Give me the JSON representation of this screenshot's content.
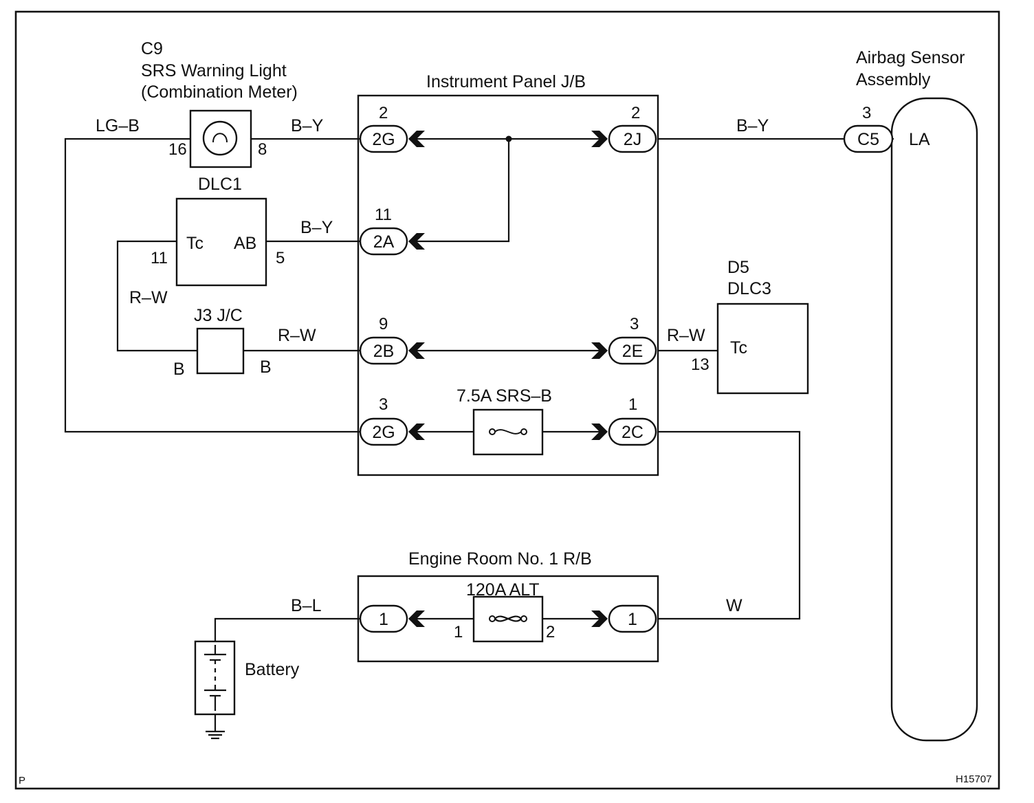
{
  "c9": {
    "code": "C9",
    "name": "SRS Warning Light",
    "sub": "(Combination Meter)",
    "pin_left": "16",
    "pin_right": "8"
  },
  "dlc1": {
    "title": "DLC1",
    "tc": "Tc",
    "ab": "AB",
    "pin_tc": "11",
    "pin_ab": "5"
  },
  "j3": {
    "title": "J3 J/C",
    "left": "B",
    "right": "B"
  },
  "instrument_panel": {
    "title": "Instrument Panel J/B",
    "connectors": [
      {
        "label": "2G",
        "pin": "2"
      },
      {
        "label": "2J",
        "pin": "2"
      },
      {
        "label": "2A",
        "pin": "11"
      },
      {
        "label": "2B",
        "pin": "9"
      },
      {
        "label": "2E",
        "pin": "3"
      },
      {
        "label": "2G",
        "pin": "3"
      },
      {
        "label": "2C",
        "pin": "1"
      }
    ],
    "fuse": "7.5A SRS–B"
  },
  "d5": {
    "code": "D5",
    "name": "DLC3",
    "tc": "Tc",
    "pin": "13"
  },
  "airbag": {
    "title_line1": "Airbag Sensor",
    "title_line2": "Assembly",
    "connector": "C5",
    "pin": "3",
    "terminal": "LA"
  },
  "engine_room": {
    "title": "Engine Room No. 1 R/B",
    "fuse": "120A ALT",
    "left_conn": "1",
    "right_conn": "1",
    "fuse_pin_left": "1",
    "fuse_pin_right": "2"
  },
  "battery": {
    "label": "Battery"
  },
  "wires": {
    "lg_b": "LG–B",
    "by_top": "B–Y",
    "by_right": "B–Y",
    "by_dlc1": "B–Y",
    "rw_left": "R–W",
    "rw_jc": "R–W",
    "rw_dlc3": "R–W",
    "bl": "B–L",
    "w": "W"
  },
  "footer": {
    "left": "P",
    "right": "H15707"
  }
}
